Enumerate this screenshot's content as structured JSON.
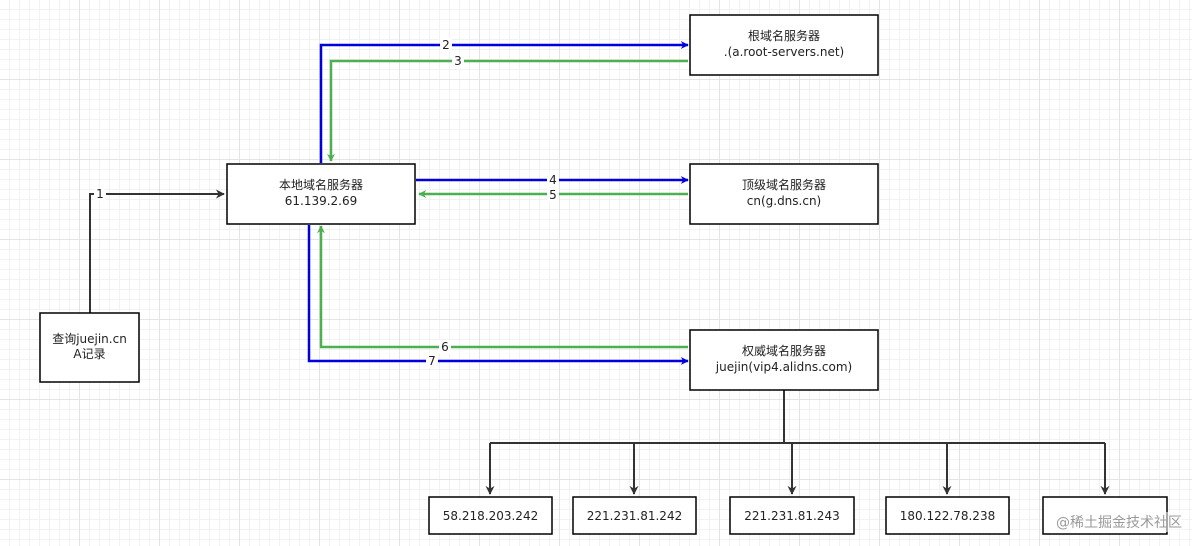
{
  "colors": {
    "request_edge": "#0000dd",
    "response_edge": "#4caf50",
    "tree_edge": "#333333",
    "node_border": "#000000"
  },
  "nodes": {
    "query": [
      "查询juejin.cn",
      "A记录"
    ],
    "local": [
      "本地域名服务器",
      "61.139.2.69"
    ],
    "root": [
      "根域名服务器",
      ".(a.root-servers.net)"
    ],
    "tld": [
      "顶级域名服务器",
      "cn(g.dns.cn)"
    ],
    "auth": [
      "权威域名服务器",
      "juejin(vip4.alidns.com)"
    ],
    "ip1": [
      "58.218.203.242"
    ],
    "ip2": [
      "221.231.81.242"
    ],
    "ip3": [
      "221.231.81.243"
    ],
    "ip4": [
      "180.122.78.238"
    ],
    "ip5": []
  },
  "edges": {
    "e1": "1",
    "e2": "2",
    "e3": "3",
    "e4": "4",
    "e5": "5",
    "e6": "6",
    "e7": "7"
  },
  "watermark": "@稀土掘金技术社区"
}
